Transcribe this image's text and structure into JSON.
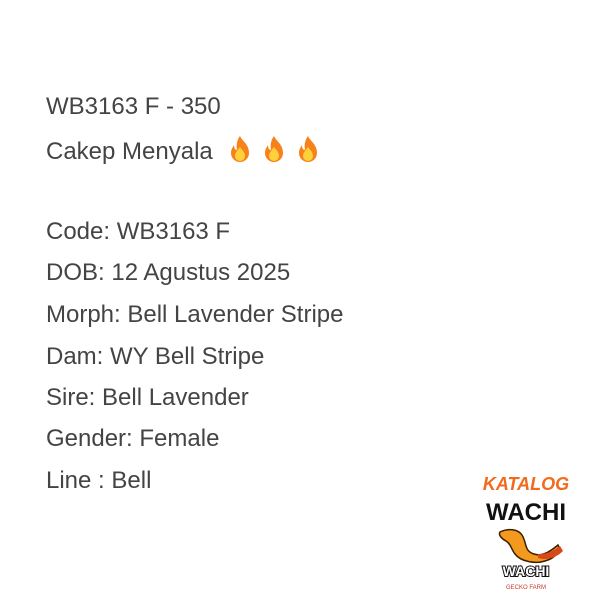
{
  "post": {
    "title": "WB3163 F - 350",
    "subtitle": "Cakep Menyala",
    "emojis": [
      "fire-icon",
      "fire-icon",
      "fire-icon"
    ],
    "details": [
      "Code: WB3163 F",
      "DOB: 12 Agustus 2025",
      "Morph: Bell Lavender Stripe",
      "Dam: WY Bell Stripe",
      "Sire: Bell Lavender",
      "Gender: Female",
      "Line : Bell"
    ]
  },
  "logo": {
    "top_text": "KATALOG",
    "middle_text": "WACHI",
    "bottom_text": "WACHI",
    "tagline": "GECKO FARM",
    "accent": "#f26a1b"
  }
}
